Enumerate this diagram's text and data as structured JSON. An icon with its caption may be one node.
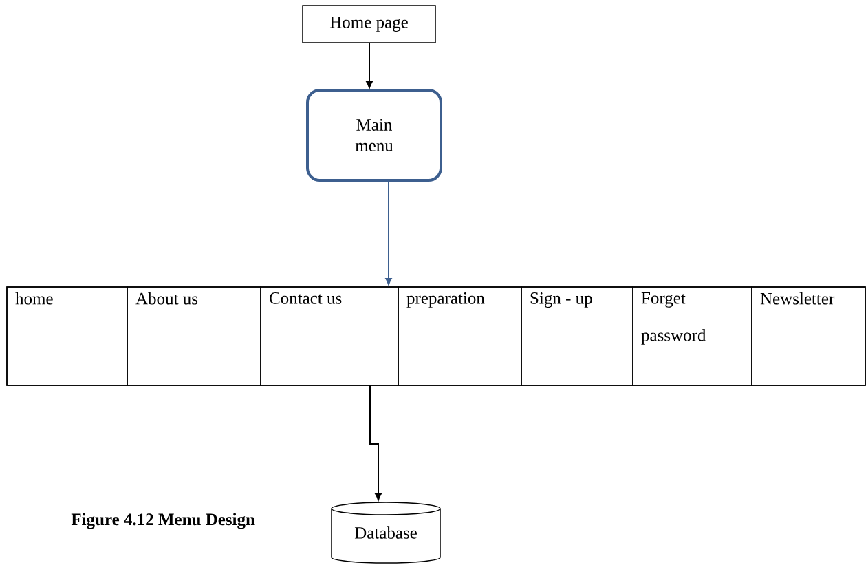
{
  "diagram": {
    "caption": "Figure 4.12 Menu Design",
    "nodes": [
      {
        "text": [
          "Home page"
        ]
      },
      {
        "text": [
          "Main menu"
        ]
      },
      {
        "text": [],
        "shape": "box"
      },
      {
        "text": [
          "home"
        ],
        "in": 2
      },
      {
        "text": [
          "About us"
        ],
        "in": 2
      },
      {
        "text": [
          "Contact us"
        ],
        "in": 2
      },
      {
        "text": [
          "preparation"
        ],
        "in": 2
      },
      {
        "text": [
          "Sign - up"
        ],
        "in": 2
      },
      {
        "text": [
          "Forget password"
        ],
        "in": 2
      },
      {
        "text": [
          "Newsletter"
        ],
        "in": 2
      },
      {
        "text": [
          "Database"
        ]
      }
    ],
    "edges": [
      {
        "from": 0,
        "to": 1,
        "arrow": "to"
      },
      {
        "from": 1,
        "to": 2,
        "arrow": "to",
        "color": "#3d5f8f"
      },
      {
        "from": 2,
        "to": 10,
        "arrow": "to"
      }
    ]
  }
}
